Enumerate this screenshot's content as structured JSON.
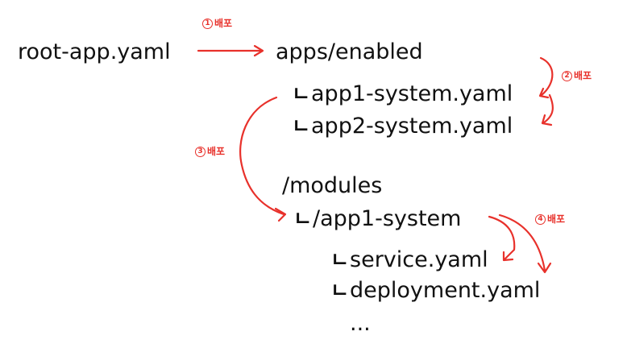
{
  "nodes": {
    "root": "root-app.yaml",
    "apps_enabled": "apps/enabled",
    "app1_system_yaml": "app1-system.yaml",
    "app2_system_yaml": "app2-system.yaml",
    "modules": "/modules",
    "app1_system_dir": "/app1-system",
    "service_yaml": "service.yaml",
    "deployment_yaml": "deployment.yaml",
    "ellipsis": "..."
  },
  "tree_corner": "ㄴ",
  "annotations": {
    "step1": {
      "num": "1",
      "text": "배포"
    },
    "step2": {
      "num": "2",
      "text": "배포"
    },
    "step3": {
      "num": "3",
      "text": "배포"
    },
    "step4": {
      "num": "4",
      "text": "배포"
    }
  },
  "colors": {
    "text": "#111111",
    "annotation": "#e8312b",
    "background": "#ffffff"
  }
}
